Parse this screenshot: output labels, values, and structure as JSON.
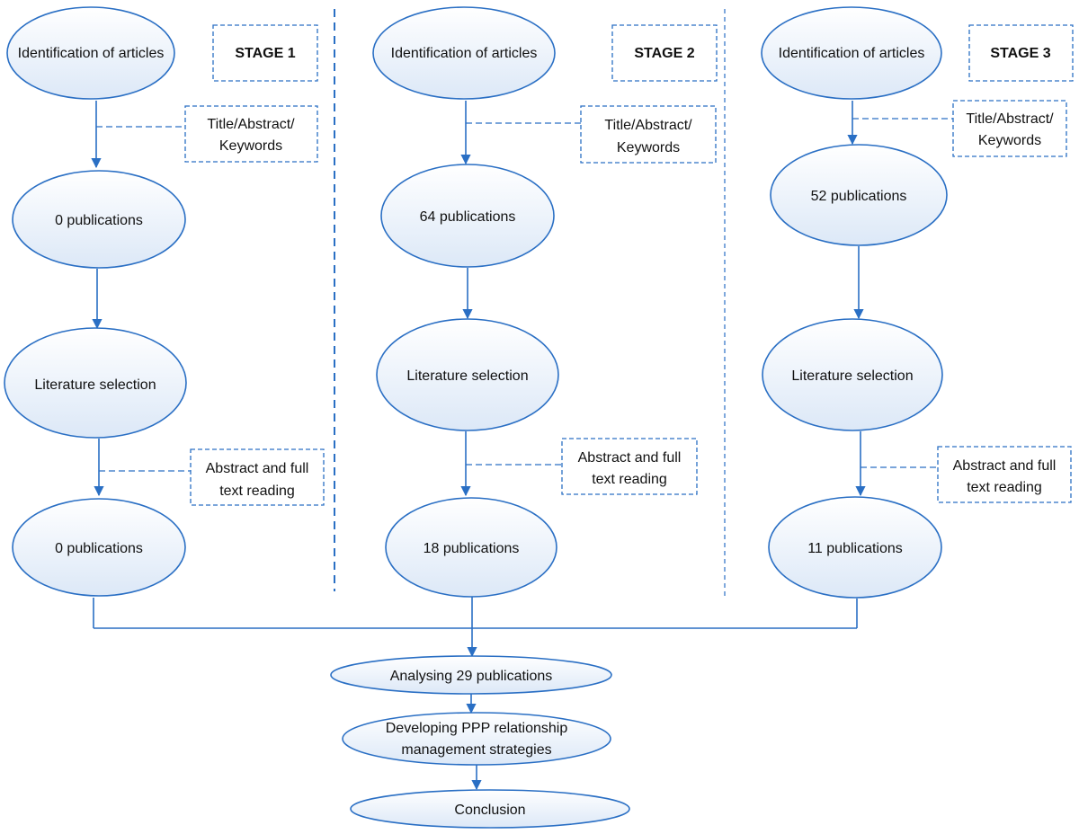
{
  "colors": {
    "stroke": "#2a6fc4",
    "oval_fill_top": "#ffffff",
    "oval_fill_bottom": "#dce8f7"
  },
  "stages": [
    {
      "label": "STAGE 1",
      "identification": "Identification of articles",
      "screen_label": [
        "Title/Abstract/",
        "Keywords"
      ],
      "initial_count": "0 publications",
      "selection": "Literature selection",
      "reading_label": [
        "Abstract and full",
        "text reading"
      ],
      "final_count": "0 publications"
    },
    {
      "label": "STAGE 2",
      "identification": "Identification of articles",
      "screen_label": [
        "Title/Abstract/",
        "Keywords"
      ],
      "initial_count": "64 publications",
      "selection": "Literature selection",
      "reading_label": [
        "Abstract and full",
        "text reading"
      ],
      "final_count": "18 publications"
    },
    {
      "label": "STAGE 3",
      "identification": "Identification of articles",
      "screen_label": [
        "Title/Abstract/",
        "Keywords"
      ],
      "initial_count": "52 publications",
      "selection": "Literature selection",
      "reading_label": [
        "Abstract and full",
        "text reading"
      ],
      "final_count": "11 publications"
    }
  ],
  "final": {
    "analysing": "Analysing  29 publications",
    "developing": [
      "Developing PPP relationship",
      "management strategies"
    ],
    "conclusion": "Conclusion"
  }
}
